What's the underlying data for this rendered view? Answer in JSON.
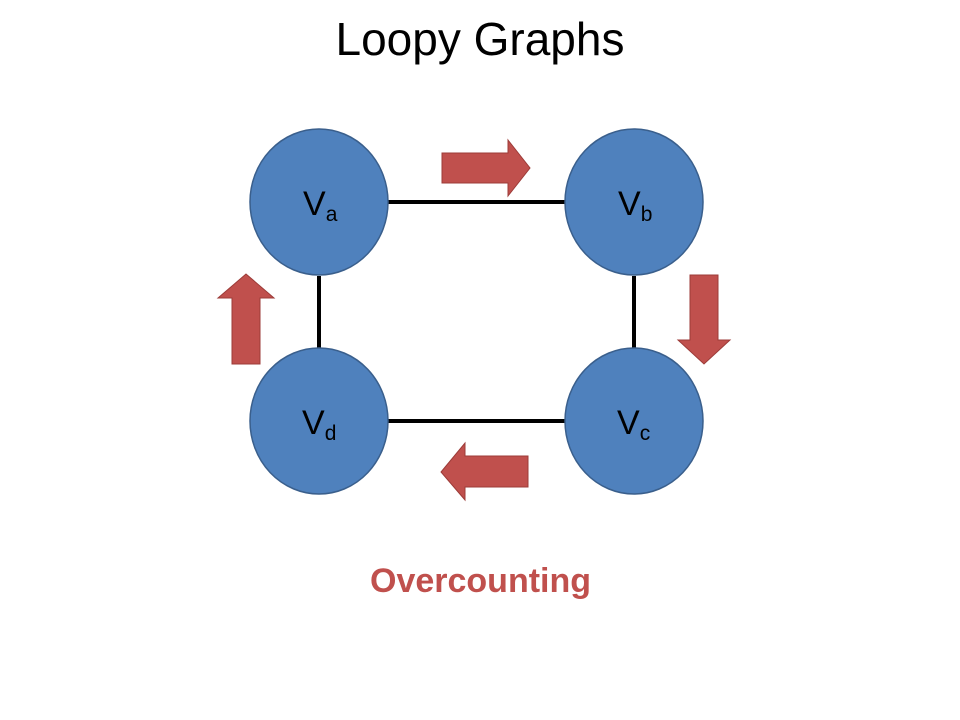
{
  "slide": {
    "title": "Loopy Graphs",
    "caption": "Overcounting"
  },
  "graph": {
    "nodes": [
      {
        "id": "a",
        "base": "V",
        "sub": "a"
      },
      {
        "id": "b",
        "base": "V",
        "sub": "b"
      },
      {
        "id": "c",
        "base": "V",
        "sub": "c"
      },
      {
        "id": "d",
        "base": "V",
        "sub": "d"
      }
    ],
    "edges": [
      [
        "a",
        "b"
      ],
      [
        "b",
        "c"
      ],
      [
        "c",
        "d"
      ],
      [
        "d",
        "a"
      ]
    ],
    "arrows": [
      {
        "direction": "right",
        "between": [
          "a",
          "b"
        ]
      },
      {
        "direction": "down",
        "between": [
          "b",
          "c"
        ]
      },
      {
        "direction": "left",
        "between": [
          "c",
          "d"
        ]
      },
      {
        "direction": "up",
        "between": [
          "d",
          "a"
        ]
      }
    ]
  },
  "colors": {
    "node_fill": "#4F81BD",
    "node_stroke": "#3A5F8C",
    "arrow_fill": "#C0504D",
    "arrow_stroke": "#9C3B38",
    "edge": "#000000",
    "caption": "#C0504D"
  }
}
